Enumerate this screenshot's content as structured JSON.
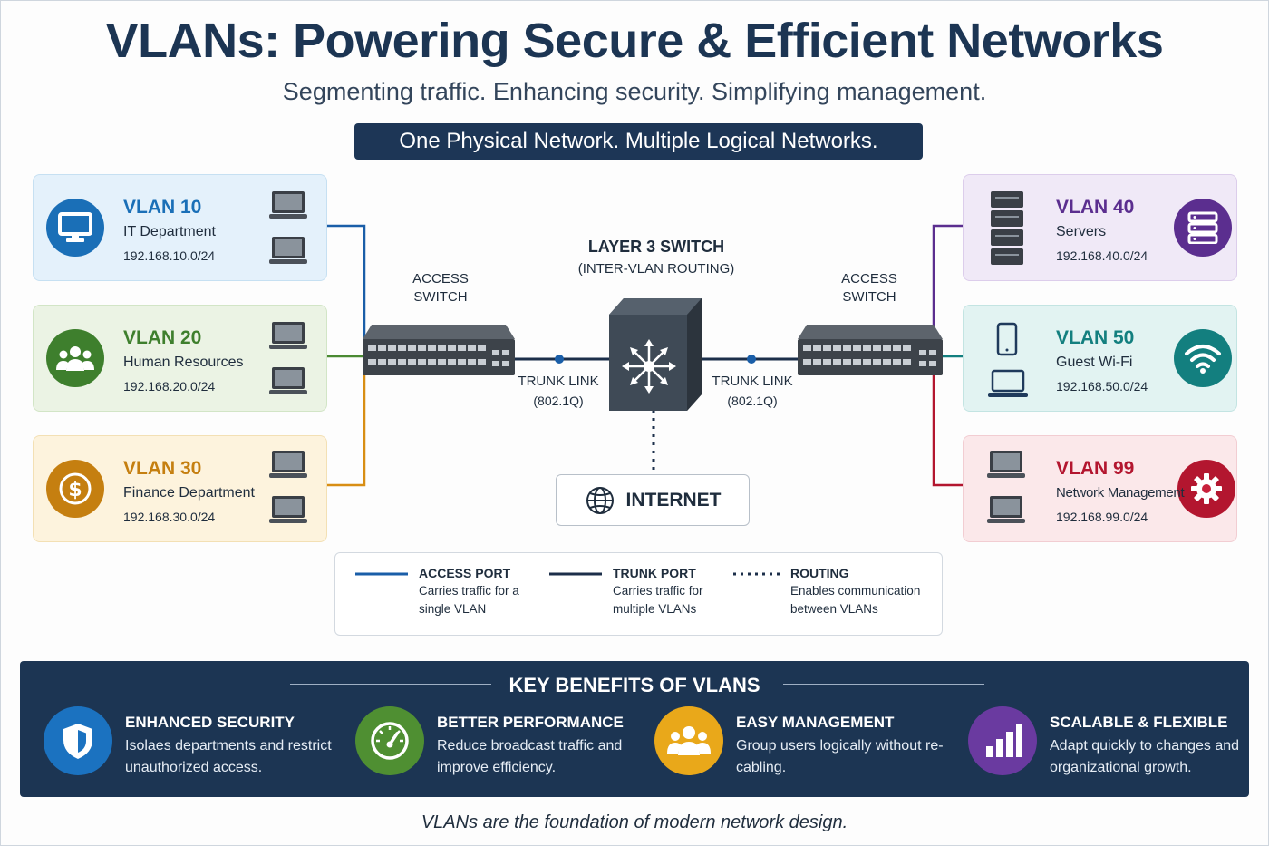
{
  "header": {
    "title": "VLANs: Powering Secure & Efficient Networks",
    "subtitle": "Segmenting traffic. Enhancing security. Simplifying management.",
    "banner": "One Physical Network. Multiple Logical Networks."
  },
  "vlans_left": [
    {
      "name": "VLAN 10",
      "dept": "IT Department",
      "subnet": "192.168.10.0/24",
      "color": "#1a6fb7",
      "bg": "#e4f1fb",
      "border": "#c6e0f2",
      "icon": "monitor-icon"
    },
    {
      "name": "VLAN 20",
      "dept": "Human Resources",
      "subnet": "192.168.20.0/24",
      "color": "#3e7f2d",
      "bg": "#ebf3e4",
      "border": "#d2e5c6",
      "icon": "people-icon"
    },
    {
      "name": "VLAN 30",
      "dept": "Finance Department",
      "subnet": "192.168.30.0/24",
      "color": "#c57f10",
      "bg": "#fdf3dd",
      "border": "#f3e0b4",
      "icon": "dollar-icon"
    }
  ],
  "vlans_right": [
    {
      "name": "VLAN 40",
      "dept": "Servers",
      "subnet": "192.168.40.0/24",
      "color": "#5b2e8f",
      "bg": "#f0e9f7",
      "border": "#dccdeb",
      "icon": "server-icon"
    },
    {
      "name": "VLAN 50",
      "dept": "Guest Wi-Fi",
      "subnet": "192.168.50.0/24",
      "color": "#137f7f",
      "bg": "#e2f3f2",
      "border": "#c3e4e2",
      "icon": "wifi-icon"
    },
    {
      "name": "VLAN 99",
      "dept": "Network Management",
      "subnet": "192.168.99.0/24",
      "color": "#b3162f",
      "bg": "#fbe8ea",
      "border": "#f2cdd2",
      "icon": "gear-icon"
    }
  ],
  "diagram": {
    "access_switch_left": "ACCESS\nSWITCH",
    "access_switch_right": "ACCESS\nSWITCH",
    "layer3_title": "LAYER 3 SWITCH",
    "layer3_subtitle": "(INTER-VLAN ROUTING)",
    "trunk_left": "TRUNK LINK",
    "trunk_left_proto": "(802.1Q)",
    "trunk_right": "TRUNK LINK",
    "trunk_right_proto": "(802.1Q)",
    "internet": "INTERNET"
  },
  "legend": [
    {
      "title": "ACCESS PORT",
      "desc": "Carries traffic for a single VLAN",
      "style": "solid",
      "color": "#1a5ea8"
    },
    {
      "title": "TRUNK PORT",
      "desc": "Carries traffic for multiple VLANs",
      "style": "solid",
      "color": "#1c2f4a"
    },
    {
      "title": "ROUTING",
      "desc": "Enables communication between VLANs",
      "style": "dotted",
      "color": "#1c2f4a"
    }
  ],
  "benefits": {
    "title": "KEY BENEFITS OF VLANS",
    "items": [
      {
        "title": "ENHANCED SECURITY",
        "desc": "Isolaes departments and restrict unauthorized access.",
        "color": "#1b72c0",
        "icon": "shield-icon"
      },
      {
        "title": "BETTER PERFORMANCE",
        "desc": "Reduce broadcast traffic and improve efficiency.",
        "color": "#4f8f32",
        "icon": "speedometer-icon"
      },
      {
        "title": "EASY MANAGEMENT",
        "desc": "Group users logically without re-cabling.",
        "color": "#e9a81a",
        "icon": "users-icon"
      },
      {
        "title": "SCALABLE & FLEXIBLE",
        "desc": "Adapt quickly to changes and organizational growth.",
        "color": "#6a3aa0",
        "icon": "bar-chart-icon"
      }
    ]
  },
  "footer": "VLANs are the foundation of modern network design."
}
